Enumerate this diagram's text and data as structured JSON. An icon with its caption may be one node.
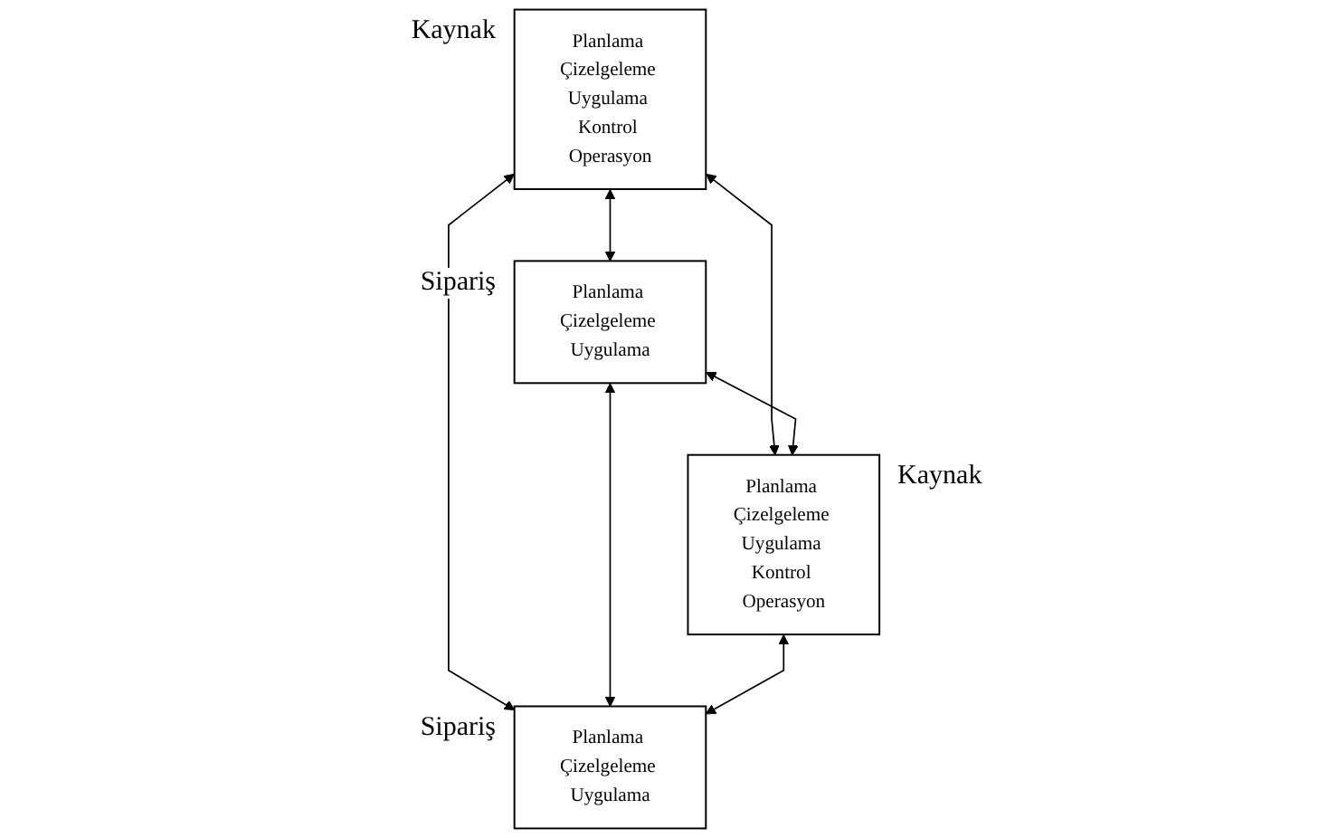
{
  "diagram": {
    "nodes": [
      {
        "text": [
          "Planlama Çizelgeleme Uygulama Kontrol Operasyon"
        ],
        "beside": [
          "Kaynak"
        ]
      },
      {
        "text": [
          "Planlama Çizelgeleme Uygulama"
        ],
        "beside": [
          "Sipariş"
        ]
      },
      {
        "text": [
          "Planlama Çizelgeleme Uygulama Kontrol Operasyon"
        ],
        "beside": [
          "Kaynak"
        ]
      },
      {
        "text": [
          "Planlama Çizelgeleme Uygulama"
        ],
        "beside": [
          "Sipariş"
        ]
      }
    ],
    "edges": [
      {
        "from": 0,
        "to": 1,
        "arrow": "both"
      },
      {
        "from": 0,
        "to": 2,
        "arrow": "both"
      },
      {
        "from": 1,
        "to": 2,
        "arrow": "both"
      },
      {
        "from": 0,
        "to": 3,
        "arrow": "both"
      },
      {
        "from": 1,
        "to": 3,
        "arrow": "both"
      },
      {
        "from": 2,
        "to": 3,
        "arrow": "both"
      }
    ]
  }
}
